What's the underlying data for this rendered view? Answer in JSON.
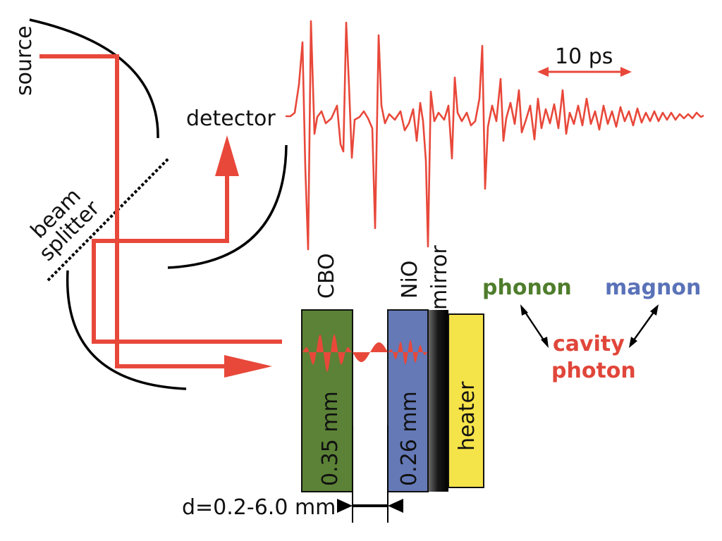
{
  "labels": {
    "source": "source",
    "detector": "detector",
    "beam": "beam",
    "splitter": "splitter",
    "time_scale": "10 ps",
    "cbo": "CBO",
    "nio": "NiO",
    "mirror": "mirror",
    "cbo_thickness": "0.35 mm",
    "nio_thickness": "0.26 mm",
    "heater": "heater",
    "gap": "d=0.2-6.0 mm"
  },
  "coupling": {
    "phonon": "phonon",
    "magnon": "magnon",
    "cavity": "cavity",
    "photon": "photon"
  },
  "colors": {
    "beam": "#e8483a",
    "cbo_fill": "#5b8236",
    "nio_fill": "#6479b6",
    "heater_fill": "#f5e34a",
    "phonon": "#4f7d2c",
    "magnon": "#5a72b8",
    "cavity_photon": "#e0463a",
    "outline": "#111111"
  }
}
